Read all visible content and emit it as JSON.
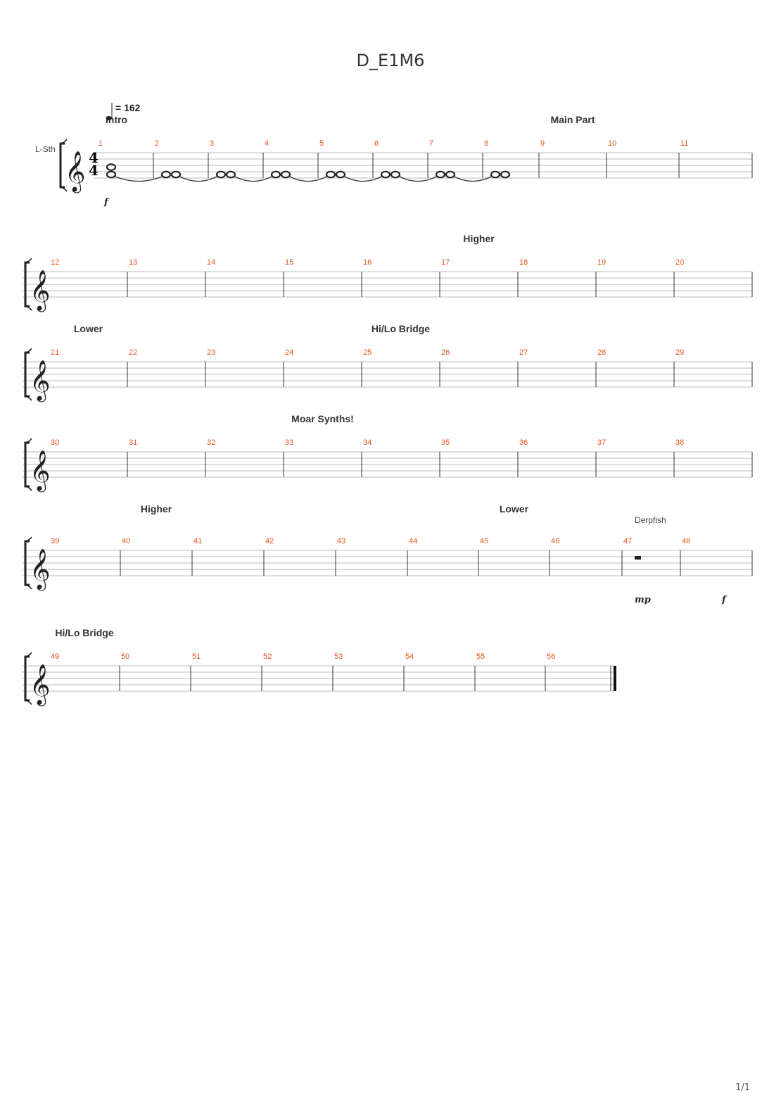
{
  "title": "D_E1M6",
  "page": "1/1",
  "instrument": "L-Sth",
  "tempo": "= 162",
  "time_signature": [
    "4",
    "4"
  ],
  "systems": [
    {
      "measures": [
        "1",
        "2",
        "3",
        "4",
        "5",
        "6",
        "7",
        "8",
        "9",
        "10",
        "11"
      ],
      "sections": [
        {
          "measure": 0,
          "text": "Intro"
        },
        {
          "measure": 8,
          "text": "Main Part"
        }
      ],
      "dynamics": [
        {
          "measure": 0,
          "text": "f"
        }
      ],
      "texts": []
    },
    {
      "measures": [
        "12",
        "13",
        "14",
        "15",
        "16",
        "17",
        "18",
        "19",
        "20"
      ],
      "sections": [
        {
          "measure": 5,
          "text": "Higher"
        }
      ],
      "dynamics": [],
      "texts": []
    },
    {
      "measures": [
        "21",
        "22",
        "23",
        "24",
        "25",
        "26",
        "27",
        "28",
        "29"
      ],
      "sections": [
        {
          "measure": 0,
          "text": "Lower"
        },
        {
          "measure": 4,
          "text": "Hi/Lo Bridge"
        }
      ],
      "dynamics": [],
      "texts": []
    },
    {
      "measures": [
        "30",
        "31",
        "32",
        "33",
        "34",
        "35",
        "36",
        "37",
        "38"
      ],
      "sections": [
        {
          "measure": 3,
          "text": "Moar Synths!"
        }
      ],
      "dynamics": [],
      "texts": []
    },
    {
      "measures": [
        "39",
        "40",
        "41",
        "42",
        "43",
        "44",
        "45",
        "46",
        "47",
        "48"
      ],
      "sections": [
        {
          "measure": 1,
          "text": "Higher"
        },
        {
          "measure": 6,
          "text": "Lower"
        }
      ],
      "dynamics": [
        {
          "measure": 8,
          "text": "mp"
        },
        {
          "measure": 9,
          "text": "f"
        }
      ],
      "texts": [
        {
          "measure": 8,
          "text": "Derpfish"
        }
      ]
    },
    {
      "measures": [
        "49",
        "50",
        "51",
        "52",
        "53",
        "54",
        "55",
        "56"
      ],
      "sections": [
        {
          "measure": 0,
          "text": "Hi/Lo Bridge"
        }
      ],
      "dynamics": [],
      "texts": []
    }
  ]
}
